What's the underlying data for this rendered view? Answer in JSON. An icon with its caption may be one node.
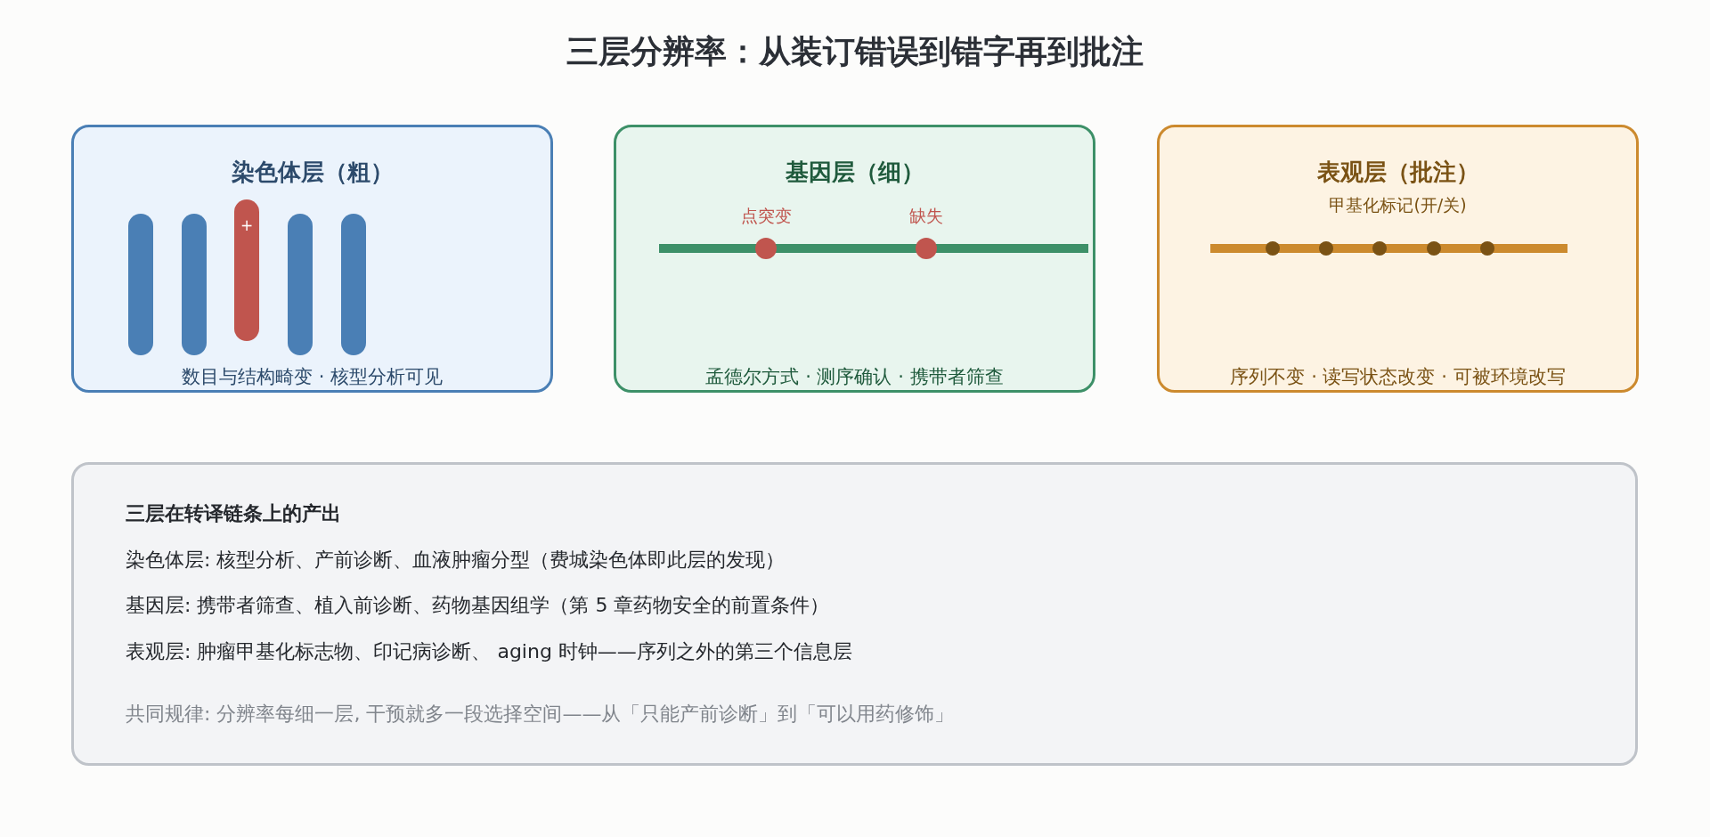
{
  "diagram": {
    "title": "三层分辨率：从装订错误到错字再到批注",
    "nodes": [
      {
        "text": [
          "染色体层（粗）",
          "+",
          "数目与结构畸变 · 核型分析可见"
        ]
      },
      {
        "text": [
          "基因层（细）",
          "点突变",
          "缺失",
          "孟德尔方式 · 测序确认 · 携带者筛查"
        ]
      },
      {
        "text": [
          "表观层（批注）",
          "甲基化标记(开/关)",
          "序列不变 · 读写状态改变 · 可被环境改写"
        ]
      },
      {
        "text": [
          "三层在转译链条上的产出",
          "染色体层: 核型分析、产前诊断、血液肿瘤分型（费城染色体即此层的发现）",
          "基因层: 携带者筛查、植入前诊断、药物基因组学（第 5 章药物安全的前置条件）",
          "表观层: 肿瘤甲基化标志物、印记病诊断、 aging 时钟——序列之外的第三个信息层",
          "共同规律: 分辨率每细一层, 干预就多一段选择空间——从「只能产前诊断」到「可以用药修饰」"
        ]
      }
    ]
  }
}
